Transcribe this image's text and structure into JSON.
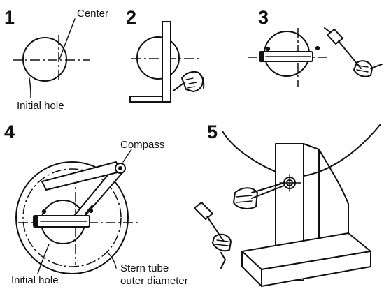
{
  "steps": [
    {
      "number": "1",
      "labels": {
        "center": "Center",
        "initial_hole": "Initial hole"
      }
    },
    {
      "number": "2"
    },
    {
      "number": "3"
    },
    {
      "number": "4",
      "labels": {
        "compass": "Compass",
        "initial_hole": "Initial hole",
        "stern_tube_line1": "Stern tube",
        "stern_tube_line2": "outer diameter"
      }
    },
    {
      "number": "5"
    }
  ],
  "icons": [
    "square-ruler-icon",
    "pencil-hand-icon",
    "hammer-icon",
    "compass-icon",
    "punch-icon",
    "hull-block-icon"
  ]
}
